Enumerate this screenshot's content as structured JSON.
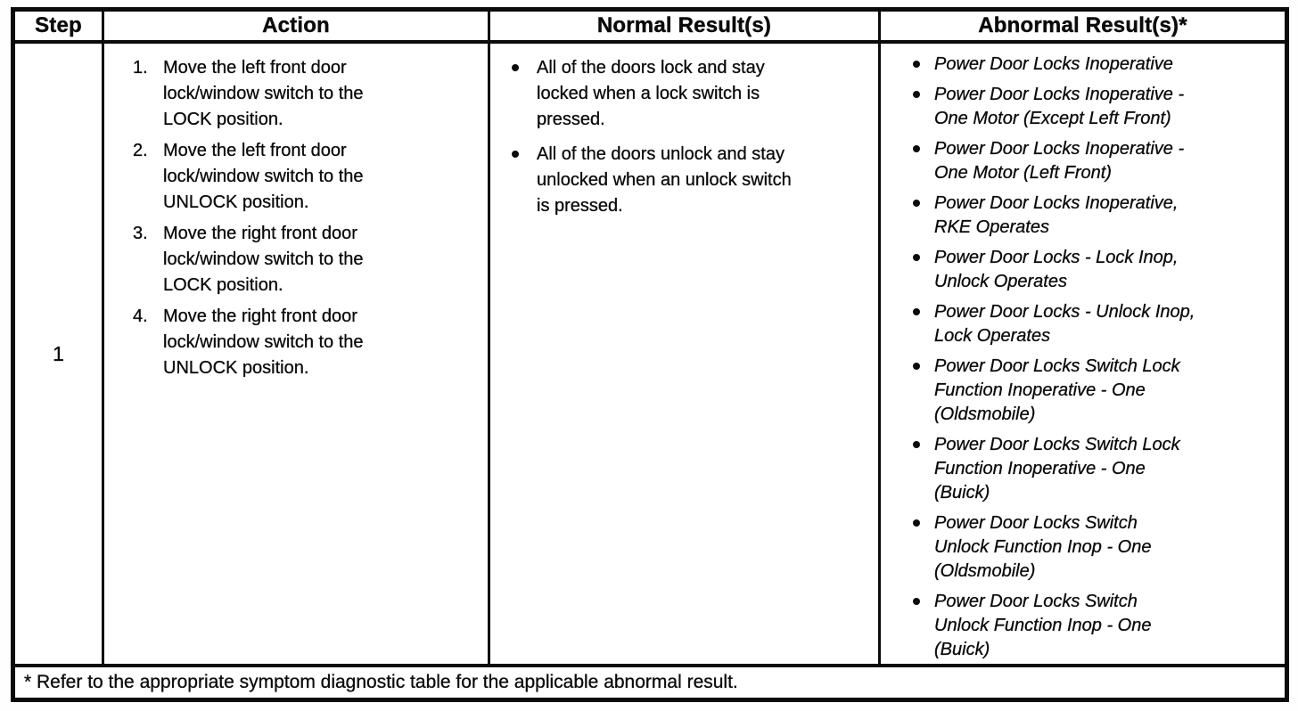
{
  "table": {
    "headers": {
      "step": "Step",
      "action": "Action",
      "normal": "Normal Result(s)",
      "abnormal": "Abnormal Result(s)*"
    },
    "rows": [
      {
        "step": "1",
        "actions": [
          "Move the left front door lock/window switch to the LOCK position.",
          "Move the left front door lock/window switch to the UNLOCK position.",
          "Move the right front door lock/window switch to the LOCK position.",
          "Move the right front door lock/window switch to the UNLOCK position."
        ],
        "normal_results": [
          "All of the doors lock and stay locked when a lock switch is pressed.",
          "All of the doors unlock and stay unlocked when an unlock switch is pressed."
        ],
        "abnormal_results": [
          "Power Door Locks Inoperative",
          "Power Door Locks Inoperative - One Motor (Except Left Front)",
          "Power Door Locks Inoperative - One Motor (Left Front)",
          "Power Door Locks Inoperative, RKE Operates",
          "Power Door Locks - Lock Inop, Unlock Operates",
          "Power Door Locks - Unlock Inop, Lock Operates",
          "Power Door Locks Switch Lock Function Inoperative - One (Oldsmobile)",
          "Power Door Locks Switch Lock Function Inoperative - One (Buick)",
          "Power Door Locks Switch Unlock Function Inop - One (Oldsmobile)",
          "Power Door Locks Switch Unlock Function Inop - One (Buick)"
        ]
      }
    ],
    "footnote": "* Refer to the appropriate symptom diagnostic table for the applicable abnormal result."
  }
}
